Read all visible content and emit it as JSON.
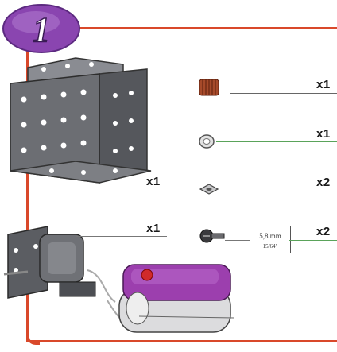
{
  "step": {
    "number": "1"
  },
  "parts": [
    {
      "id": "angle-bracket",
      "quantity": "x1"
    },
    {
      "id": "motor-with-battery-box",
      "quantity": "x1"
    },
    {
      "id": "pinion-gear",
      "quantity": "x1"
    },
    {
      "id": "spacer-ring",
      "quantity": "x1"
    },
    {
      "id": "square-nut",
      "quantity": "x2"
    },
    {
      "id": "screw",
      "quantity": "x2",
      "length_mm": "5,8 mm",
      "length_in": "15/64\""
    }
  ],
  "colors": {
    "frame": "#d9482a",
    "badge": "#8a45b0",
    "battery": "#9c3fae",
    "metal": "#6c6e73"
  }
}
